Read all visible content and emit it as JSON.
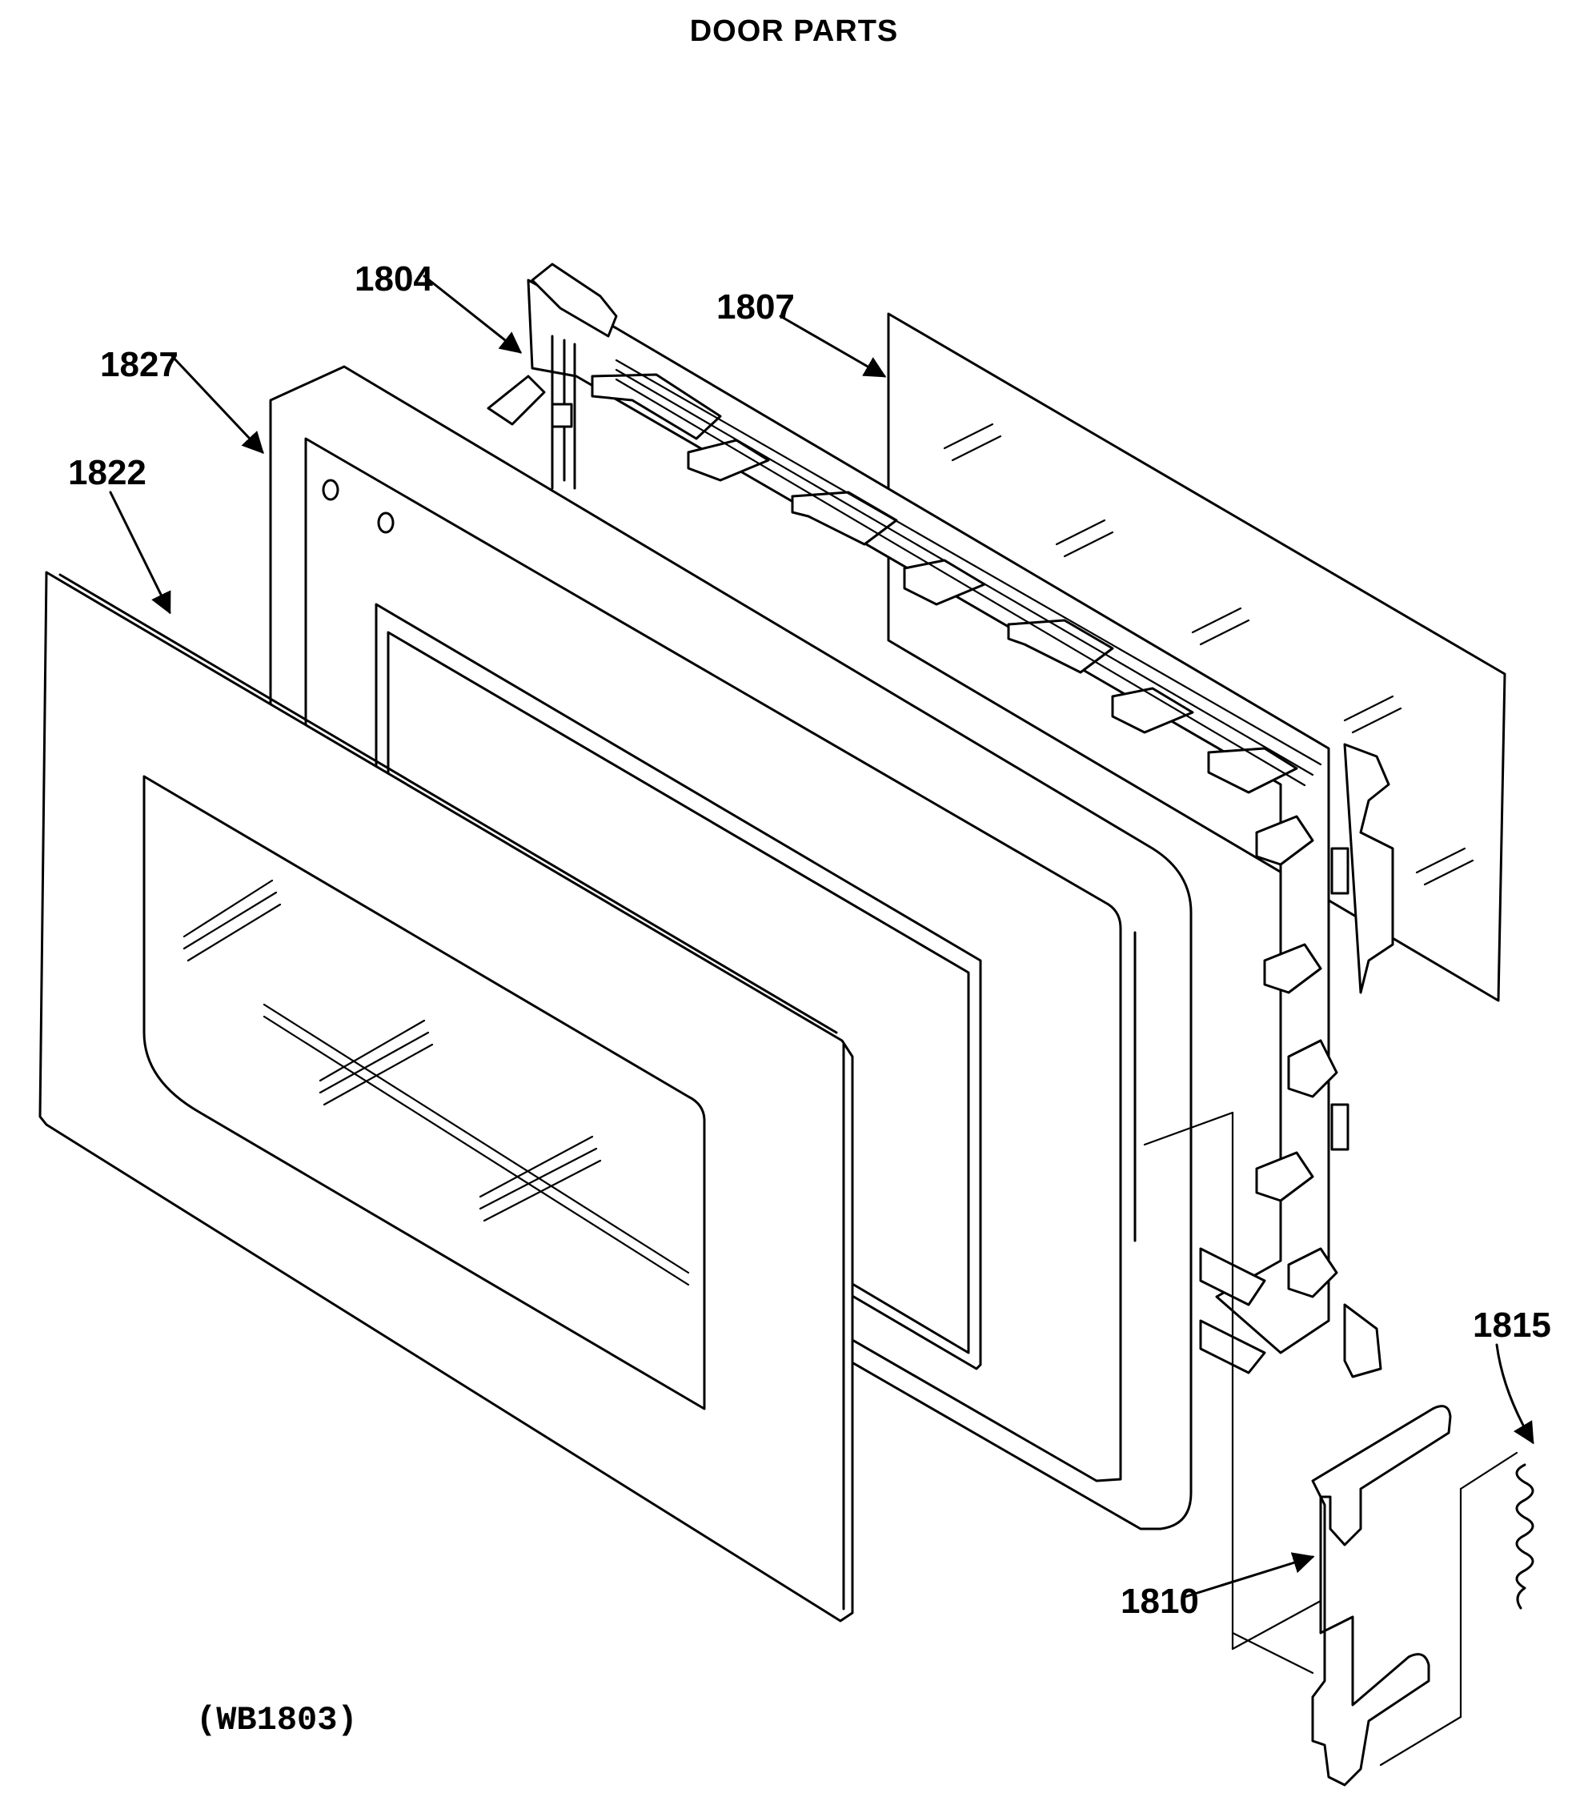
{
  "title": "DOOR PARTS",
  "diagram_code": "(WB1803)",
  "parts": [
    {
      "id": "1804"
    },
    {
      "id": "1807"
    },
    {
      "id": "1827"
    },
    {
      "id": "1822"
    },
    {
      "id": "1815"
    },
    {
      "id": "1810"
    }
  ]
}
